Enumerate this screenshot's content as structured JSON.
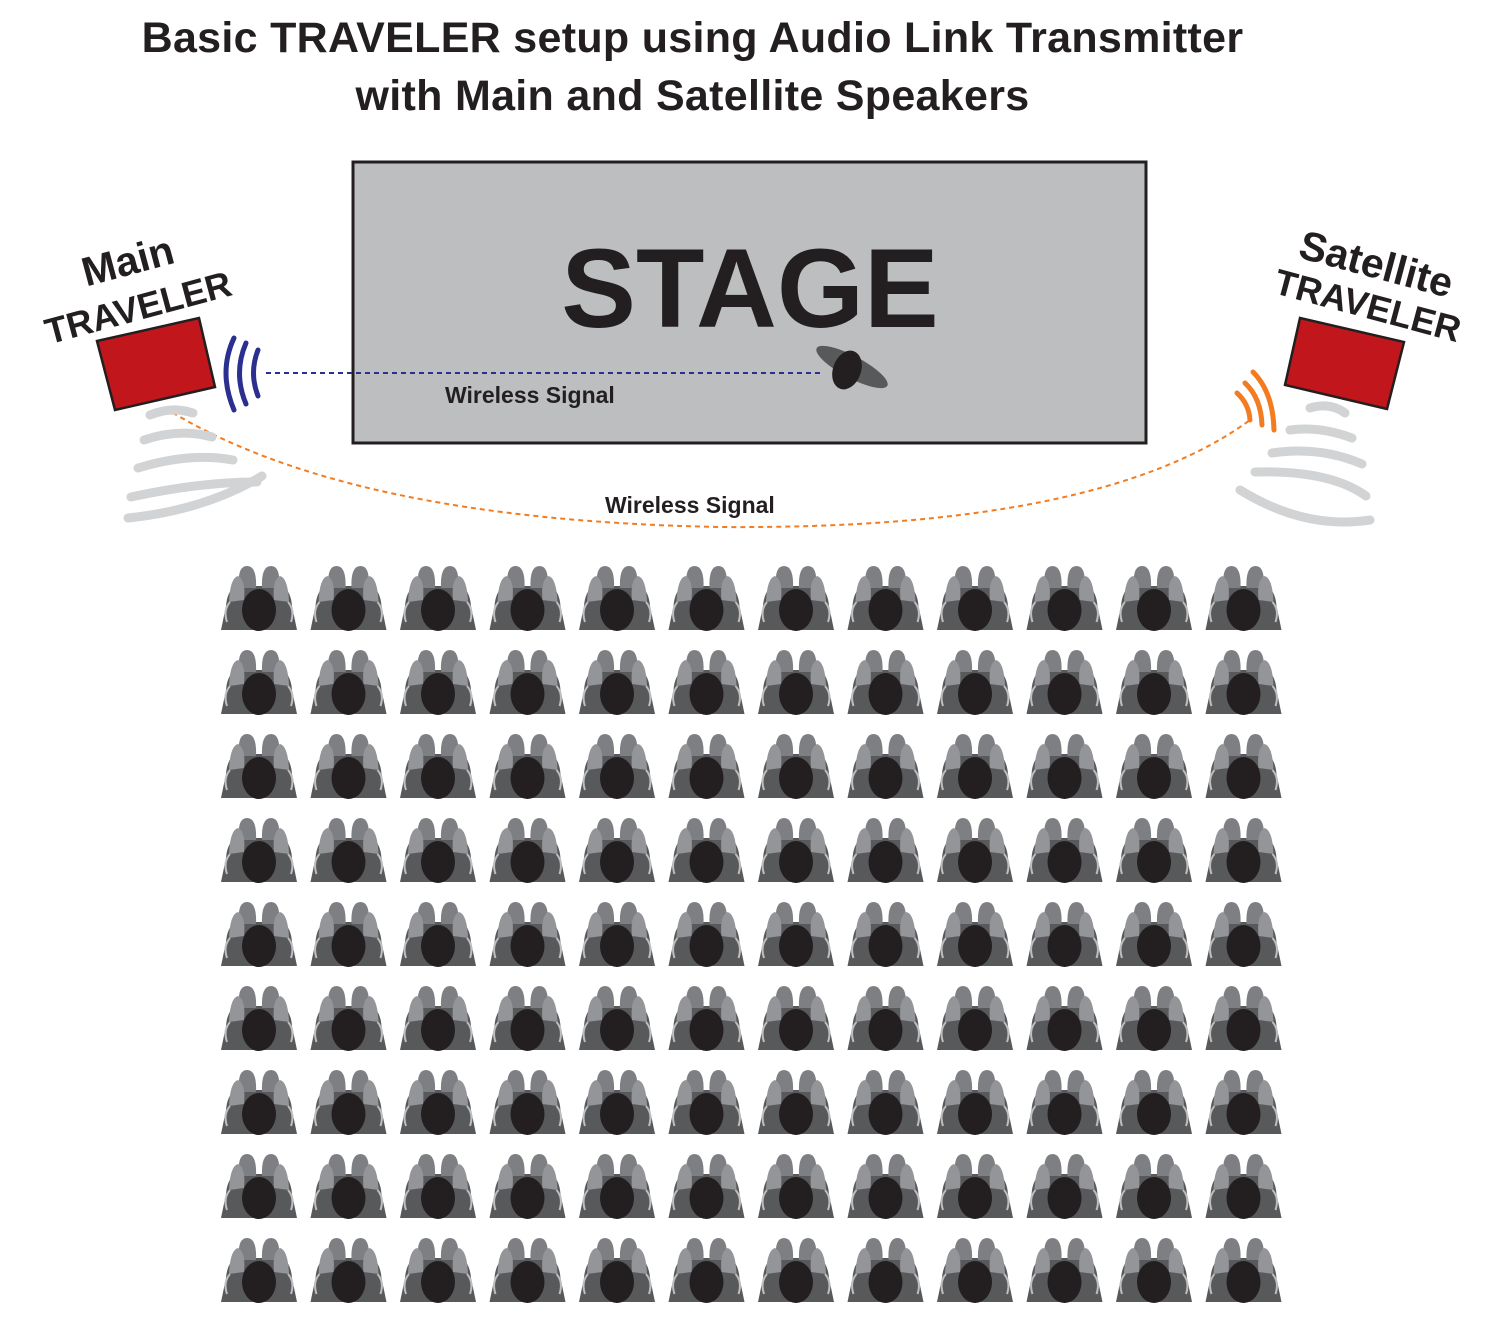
{
  "title": {
    "line1": "Basic TRAVELER setup using Audio Link Transmitter",
    "line2": "with Main and Satellite Speakers"
  },
  "stage": {
    "label": "STAGE"
  },
  "main_speaker": {
    "line1": "Main",
    "line2": "TRAVELER"
  },
  "satellite_speaker": {
    "line1": "Satellite",
    "line2": "TRAVELER"
  },
  "signals": {
    "mic_to_main": "Wireless Signal",
    "main_to_satellite": "Wireless Signal"
  },
  "audience": {
    "rows": 9,
    "columns": 12
  },
  "colors": {
    "speaker": "#c1161c",
    "stage": "#bcbec0",
    "mic_signal": "#2b2f8f",
    "link_signal": "#f37c20",
    "sound_waves": "#d1d3d4",
    "seat": "#58595b",
    "seat_head": "#231f20"
  }
}
